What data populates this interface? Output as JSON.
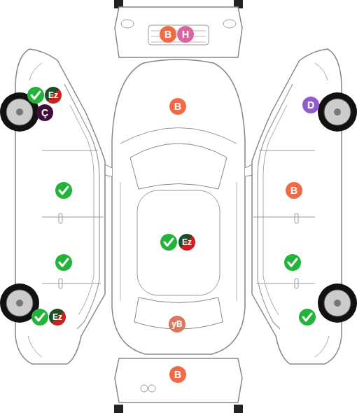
{
  "diagram": {
    "nodes": [
      {
        "text": [
          "B"
        ]
      },
      {
        "text": [
          "H"
        ]
      },
      {
        "text": [
          "Ez"
        ]
      },
      {
        "text": [
          "D"
        ]
      },
      {
        "text": [
          "B"
        ]
      },
      {
        "text": [
          "Ç"
        ]
      },
      {
        "text": [
          "B"
        ]
      },
      {
        "text": [
          "Ez"
        ]
      },
      {
        "text": [
          "Ez"
        ]
      },
      {
        "text": [
          "yB"
        ]
      },
      {
        "text": [
          "B"
        ]
      }
    ]
  }
}
